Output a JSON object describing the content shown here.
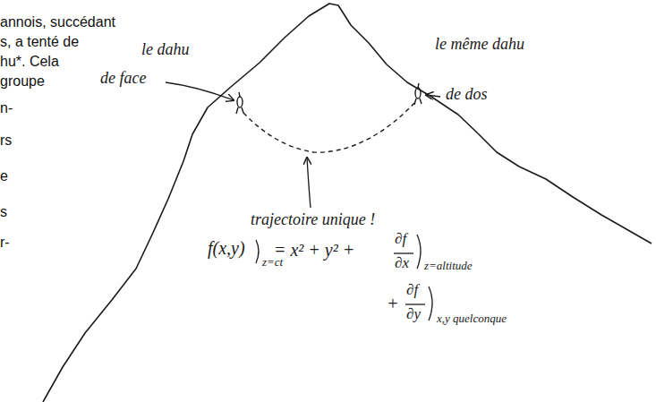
{
  "diagram": {
    "labels": [
      "annois, succédant",
      "s, a tenté de",
      "hu*. Cela",
      "groupe",
      "n-",
      "rs",
      "e",
      "s",
      "r-",
      "le dahu",
      "de face",
      "le même dahu",
      "de dos",
      "trajectoire unique !",
      "f(x,y)",
      "z=ct",
      "= x² + y² +",
      "∂f",
      "∂x",
      "z=altitude",
      "+",
      "∂f",
      "∂y",
      "x,y quelconque"
    ]
  }
}
